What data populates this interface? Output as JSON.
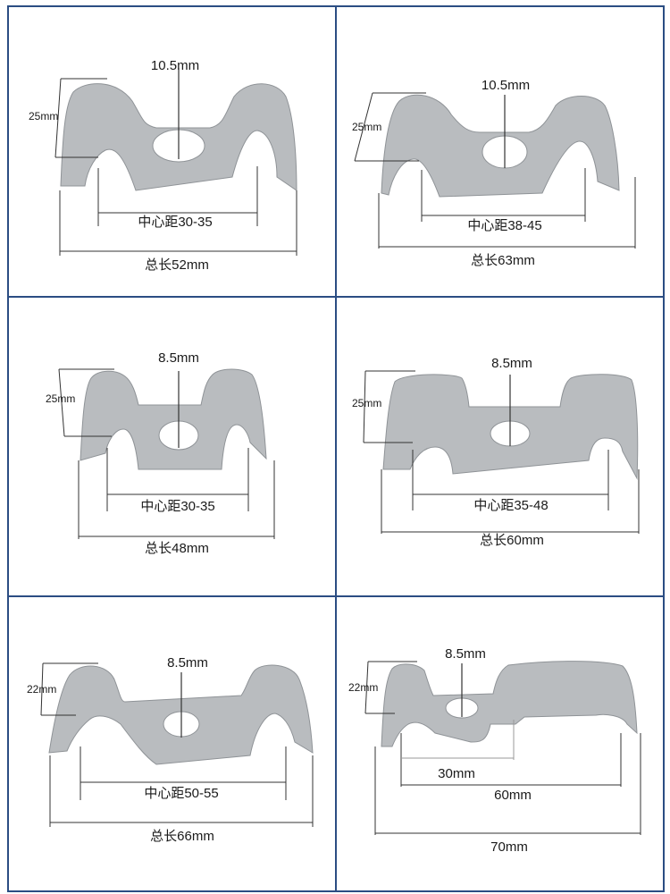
{
  "cells": [
    {
      "hole": "10.5mm",
      "height": "25mm",
      "center": "中心距30-35",
      "total": "总长52mm"
    },
    {
      "hole": "10.5mm",
      "height": "25mm",
      "center": "中心距38-45",
      "total": "总长63mm"
    },
    {
      "hole": "8.5mm",
      "height": "25mm",
      "center": "中心距30-35",
      "total": "总长48mm"
    },
    {
      "hole": "8.5mm",
      "height": "25mm",
      "center": "中心距35-48",
      "total": "总长60mm"
    },
    {
      "hole": "8.5mm",
      "height": "22mm",
      "center": "中心距50-55",
      "total": "总长66mm"
    },
    {
      "hole": "8.5mm",
      "height": "22mm",
      "offset": "30mm",
      "center": "60mm",
      "total": "70mm"
    }
  ],
  "colors": {
    "frame": "#2b4d83",
    "metal": "#b9bcbf",
    "metal_dark": "#8f9397",
    "line": "#333333"
  }
}
